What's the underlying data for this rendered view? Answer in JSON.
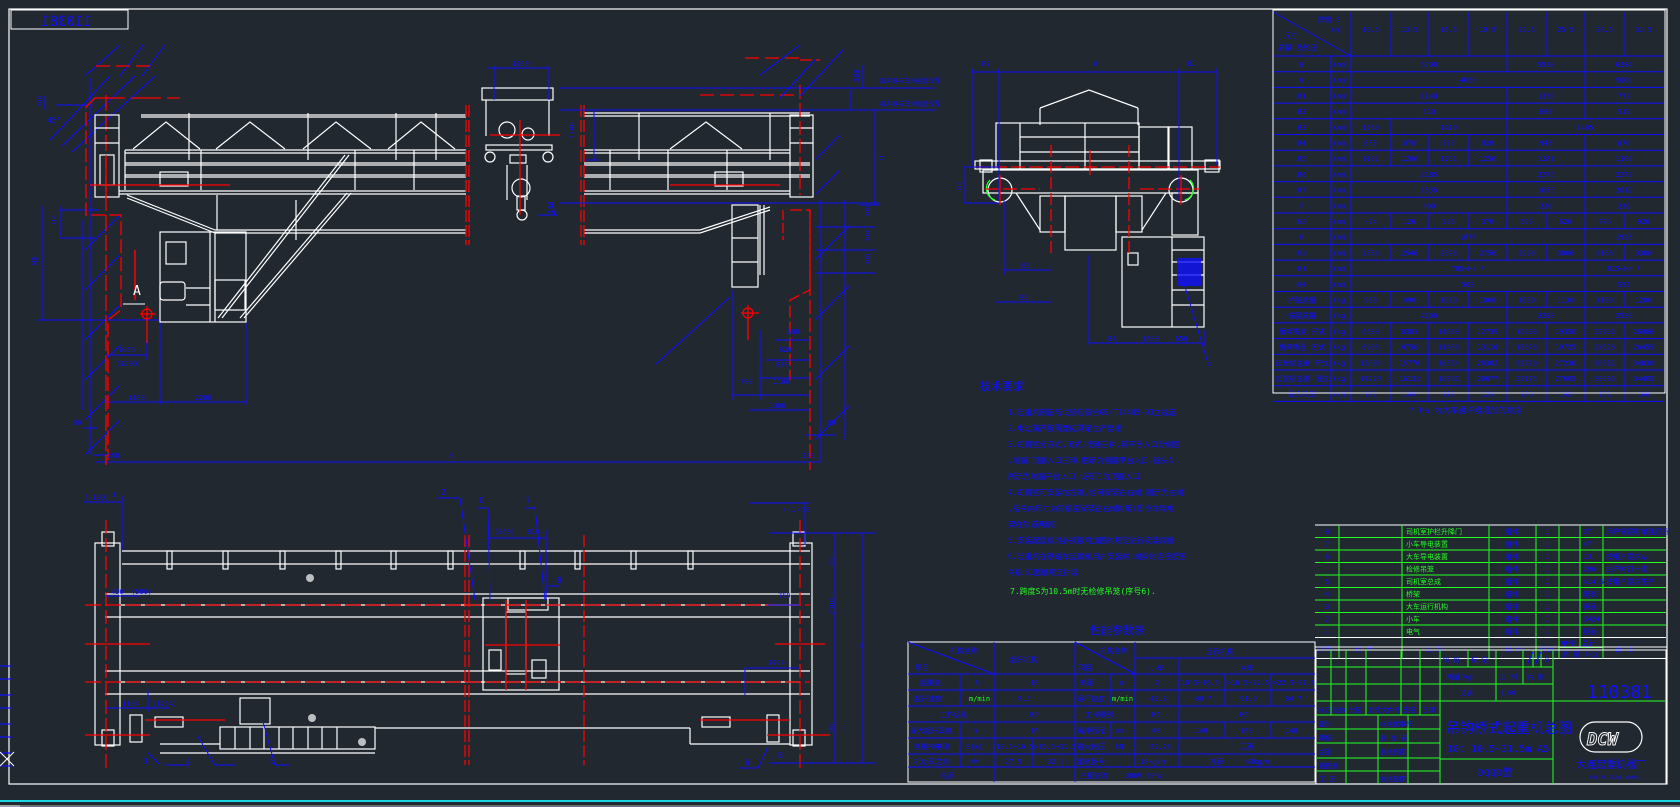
{
  "drawing": {
    "number": "110381",
    "number_mirrored": "110381",
    "title": "吊钩桥式起重机总图",
    "subtitle": "10t 10.5~31.5m  A5",
    "model": "DQQD型",
    "company": "大连起重机器厂",
    "company_en": "DALIAN CRANE WORKS",
    "logo": "DCW",
    "scale": "1:50",
    "colors": {
      "background": "#212830",
      "line": "#ffffff",
      "dimension": "#1010ff",
      "centerline": "#ff0000",
      "table_grid": "#22ff22"
    }
  },
  "front_view": {
    "angle_label": "45°",
    "dim_300": "300",
    "section_label": "A",
    "dims": {
      "trolley_width": "1400",
      "hook_height": "1146",
      "hook_offset": "144",
      "h_label": "H",
      "h2": "H2",
      "h3": "H3",
      "d300a": "300",
      "d300b": "300",
      "d300c": "300",
      "d300d": "300",
      "d1050": "1050",
      "d1200": "(1200)",
      "d1100": "1100",
      "d2200": "2200",
      "d80": "80",
      "d250": "250",
      "d600": "600",
      "d820": "820",
      "d870": "870",
      "d700": "700",
      "d1100b": "1100",
      "d1300": "1300",
      "d80b": "80",
      "d250b": "250",
      "span": "S",
      "note_top": "缓冲器与车挡碰撞位置",
      "note_bottom": "缓冲器与车挡碰撞位置"
    }
  },
  "side_view": {
    "dims": {
      "b2": "B2",
      "w": "W",
      "b1": "B1",
      "h1": "H1",
      "b5": "B5",
      "b3": "B3",
      "b4": "B4",
      "d1500": "1500",
      "d650": "650",
      "ref8": "8"
    }
  },
  "plan_view": {
    "dims": {
      "d_neg190": "(-190)",
      "d1": "1",
      "d430": "430",
      "d580": "(580)",
      "d1104": "1104",
      "d1254": "(1254)",
      "d860": "(860)",
      "d810": "810",
      "d_neg1": "(-1)",
      "d50": "50",
      "d750": "750",
      "d1424": "1424",
      "d2900": "2900",
      "b": "B",
      "b7": "B7",
      "b6": "B6"
    },
    "callouts": [
      "1",
      "2",
      "3",
      "4",
      "5",
      "6",
      "7"
    ],
    "section_marks": [
      "B",
      "B"
    ]
  },
  "dimension_table": {
    "corner_top": "跨度 S",
    "corner_unit": "(m)",
    "corner_mid": "尺寸",
    "corner_bottom": "质量 及轮压",
    "spans": [
      "10.5",
      "13.5",
      "16.5",
      "19.5",
      "22.5",
      "25.5",
      "28.5",
      "31.5"
    ],
    "rows": [
      {
        "label": "B",
        "unit": "(mm)",
        "cells": [
          {
            "v": "5700",
            "span": 4
          },
          {
            "v": "5930",
            "span": 2
          },
          {
            "v": "6284",
            "span": 2
          }
        ]
      },
      {
        "label": "W",
        "unit": "(mm)",
        "cells": [
          {
            "v": "4050",
            "span": 6
          },
          {
            "v": "5000",
            "span": 2
          }
        ]
      },
      {
        "label": "B1",
        "unit": "(mm)",
        "cells": [
          {
            "v": "1140",
            "span": 4
          },
          {
            "v": "1250",
            "span": 2
          },
          {
            "v": "772",
            "span": 2
          }
        ]
      },
      {
        "label": "B2",
        "unit": "(mm)",
        "cells": [
          {
            "v": "510",
            "span": 4
          },
          {
            "v": "650",
            "span": 2
          },
          {
            "v": "512",
            "span": 2
          }
        ]
      },
      {
        "label": "B3",
        "unit": "(mm)",
        "cells": [
          {
            "v": "1560",
            "span": 1
          },
          {
            "v": "1410",
            "span": 3
          },
          {
            "v": "1485",
            "span": 4
          }
        ]
      },
      {
        "label": "B4",
        "unit": "(mm)",
        "cells": [
          {
            "v": "865",
            "span": 1
          },
          {
            "v": "870",
            "span": 1
          },
          {
            "v": "875",
            "span": 1
          },
          {
            "v": "920",
            "span": 1
          },
          {
            "v": "945",
            "span": 2
          },
          {
            "v": "870",
            "span": 2
          }
        ]
      },
      {
        "label": "B5",
        "unit": "(mm)",
        "cells": [
          {
            "v": "1181",
            "span": 1
          },
          {
            "v": "1206",
            "span": 1
          },
          {
            "v": "1231",
            "span": 1
          },
          {
            "v": "1256",
            "span": 1
          },
          {
            "v": "1281",
            "span": 2
          },
          {
            "v": "1300",
            "span": 2
          }
        ]
      },
      {
        "label": "B6",
        "unit": "(mm)",
        "cells": [
          {
            "v": "2185",
            "span": 4
          },
          {
            "v": "2275",
            "span": 2
          },
          {
            "v": "2272",
            "span": 2
          }
        ]
      },
      {
        "label": "B7",
        "unit": "(mm)",
        "cells": [
          {
            "v": "1535",
            "span": 4
          },
          {
            "v": "1655",
            "span": 2
          },
          {
            "v": "2012",
            "span": 2
          }
        ]
      },
      {
        "label": "F",
        "unit": "(mm)",
        "cells": [
          {
            "v": "400",
            "span": 4
          },
          {
            "v": "230",
            "span": 2
          },
          {
            "v": "230",
            "span": 2
          }
        ]
      },
      {
        "label": "H2",
        "unit": "(mm)",
        "cells": [
          {
            "v": "-24",
            "span": 1
          },
          {
            "v": "126",
            "span": 1
          },
          {
            "v": "226",
            "span": 1
          },
          {
            "v": "376",
            "span": 1
          },
          {
            "v": "526",
            "span": 1
          },
          {
            "v": "626",
            "span": 1
          },
          {
            "v": "776",
            "span": 1
          },
          {
            "v": "926",
            "span": 1
          }
        ]
      },
      {
        "label": "H",
        "unit": "(mm)",
        "cells": [
          {
            "v": "1876",
            "span": 6
          },
          {
            "v": "1926",
            "span": 2
          }
        ]
      },
      {
        "label": "H3",
        "unit": "(mm)",
        "cells": [
          {
            "v": "2536",
            "span": 1
          },
          {
            "v": "2546",
            "span": 1
          },
          {
            "v": "2596",
            "span": 1
          },
          {
            "v": "2756",
            "span": 1
          },
          {
            "v": "2906",
            "span": 1
          },
          {
            "v": "3006",
            "span": 1
          },
          {
            "v": "3156",
            "span": 1
          },
          {
            "v": "3306",
            "span": 1
          }
        ]
      },
      {
        "label": "H1",
        "unit": "(mm)",
        "cells": [
          {
            "v": "785+Ha *",
            "span": 6
          },
          {
            "v": "815+Ha *",
            "span": 2
          }
        ]
      },
      {
        "label": "H4",
        "unit": "(mm)",
        "cells": [
          {
            "v": "502",
            "span": 6
          },
          {
            "v": "552",
            "span": 2
          }
        ]
      },
      {
        "label": "桥架质量",
        "unit": "(kg)",
        "cells": [
          {
            "v": "960",
            "span": 1
          },
          {
            "v": "990",
            "span": 1
          },
          {
            "v": "1020",
            "span": 1
          },
          {
            "v": "1060",
            "span": 1
          },
          {
            "v": "1090",
            "span": 1
          },
          {
            "v": "1130",
            "span": 1
          },
          {
            "v": "1160",
            "span": 1
          },
          {
            "v": "1200",
            "span": 1
          }
        ]
      },
      {
        "label": "端梁质量",
        "unit": "(kg)",
        "cells": [
          {
            "v": "2100",
            "span": 4
          },
          {
            "v": "2288",
            "span": 2
          },
          {
            "v": "2530",
            "span": 2
          }
        ]
      },
      {
        "label": "桥架质量 开式",
        "unit": "(kg)",
        "cells": [
          {
            "v": "6530",
            "span": 1
          },
          {
            "v": "8381",
            "span": 1
          },
          {
            "v": "11069",
            "span": 1
          },
          {
            "v": "12735",
            "span": 1
          },
          {
            "v": "15203",
            "span": 1
          },
          {
            "v": "19350",
            "span": 1
          },
          {
            "v": "22701",
            "span": 1
          },
          {
            "v": "26080",
            "span": 1
          }
        ]
      },
      {
        "label": "桥架质量 闭式",
        "unit": "(kg)",
        "cells": [
          {
            "v": "6905",
            "span": 1
          },
          {
            "v": "8756",
            "span": 1
          },
          {
            "v": "11456",
            "span": 1
          },
          {
            "v": "13110",
            "span": 1
          },
          {
            "v": "15578",
            "span": 1
          },
          {
            "v": "19725",
            "span": 1
          },
          {
            "v": "23076",
            "span": 1
          },
          {
            "v": "26455",
            "span": 1
          }
        ]
      },
      {
        "label": "起重机总重 开式",
        "unit": "(kg)",
        "cells": [
          {
            "v": "13895",
            "span": 1
          },
          {
            "v": "15776",
            "span": 1
          },
          {
            "v": "18514",
            "span": 1
          },
          {
            "v": "20302",
            "span": 1
          },
          {
            "v": "22710",
            "span": 1
          },
          {
            "v": "27230",
            "span": 1
          },
          {
            "v": "30611",
            "span": 1
          },
          {
            "v": "34030",
            "span": 1
          }
        ]
      },
      {
        "label": "起重机总重 闭式",
        "unit": "(kg)",
        "cells": [
          {
            "v": "14270",
            "span": 1
          },
          {
            "v": "16151",
            "span": 1
          },
          {
            "v": "18891",
            "span": 1
          },
          {
            "v": "20677",
            "span": 1
          },
          {
            "v": "23175",
            "span": 1
          },
          {
            "v": "27605",
            "span": 1
          },
          {
            "v": "30986",
            "span": 1
          },
          {
            "v": "34405",
            "span": 1
          }
        ]
      },
      {
        "label": "最大轮压",
        "unit": "(kN)",
        "cells": [
          {
            "v": "102",
            "span": 1
          },
          {
            "v": "109",
            "span": 1
          },
          {
            "v": "118",
            "span": 1
          },
          {
            "v": "125",
            "span": 1
          },
          {
            "v": "130",
            "span": 1
          },
          {
            "v": "142",
            "span": 1
          },
          {
            "v": "151",
            "span": 1
          },
          {
            "v": "160",
            "span": 1
          }
        ]
      }
    ],
    "footnote": "* Ha 为大车缓冲器增加的高度"
  },
  "tech_requirements": {
    "title": "技术要求",
    "lines": [
      "1.起重机制造与试验应符合GB/T14405-93之规定",
      "2.电动葫芦按需要应满足生产要求",
      "3.司机室分开式,闭式,按通三种,其平台入口分侧面",
      "  ,端面,顶面入口三种.图示为侧面平台入口.除头A",
      "  所示为端面平台入口,设有门为顶面入口",
      "4.司机室可安装在左端,也可安装在右端.图示为左端",
      "  ,括号内尺寸为司机室安装在右端时用(即小车导电",
      "  架在轨道两侧).",
      "5.安装起重机时必须按附加图的规定进行安装焊接",
      "6.起重机在铁路车运输和用户安装时,端梁的连接按图",
      "  号QLB1图纸规定拼装"
    ],
    "line7": "7.跨度S为10.5m时无检修吊笼(序号6)."
  },
  "performance_table": {
    "title": "性能参数表",
    "h_mech": "机构名称",
    "h_item": "项目",
    "h_hoist": "起升机构",
    "h_mech2": "机构名称",
    "h_item2": "项目",
    "h_travel": "运行机构",
    "h_trolley": "小车",
    "h_bridge": "大车",
    "rows": {
      "capacity_label": "起重量",
      "capacity_unit": "t",
      "capacity_value": "10",
      "gauge_label": "轨距",
      "gauge_unit": "m",
      "gauge_trolley": "2",
      "range1": "10.5~16.5",
      "range2": ">16.5~22.5",
      "range3": ">22.5~31.5",
      "hoist_speed_label": "起升速度",
      "hoist_speed_unit": "m/min",
      "hoist_speed": "8.5",
      "travel_speed_label": "运行速度",
      "travel_speed_unit": "m/min",
      "trolley_speed": "43.8",
      "bridge_speed1": "90.7",
      "bridge_speed2": "91.9",
      "bridge_speed3": "84.7",
      "duty_label": "工作级别",
      "duty_hoist": "M5",
      "duty_label2": "工作级别",
      "duty_trolley": "M5",
      "duty_bridge": "M5",
      "lift_height_label": "最大起升高度",
      "lift_height_unit": "m",
      "lift_height": "16",
      "buffer_label": "缓冲行程",
      "buffer_unit": "mm",
      "buffer_trolley": "40",
      "buffer1": "140",
      "buffer2": "168",
      "buffer3": "140",
      "motor_label1": "各机构电动",
      "motor_unit1": "S(m)",
      "motor_r1": "10.5~16.5",
      "motor_r2": ">16.5~31.5",
      "max_wheel_label": "最大轮压",
      "max_wheel_unit": "kN",
      "max_wheel_trolley": "52.25",
      "max_wheel_bridge": "见表",
      "motor_label2": "机功率之和",
      "motor_unit2": "kW",
      "motor_p1": "27.5",
      "motor_p2": "32.1",
      "rail_label": "钢轨型号",
      "rail_trolley": "18kg/m",
      "rail_bridge_pre": "推荐",
      "rail_bridge": "43kg/m",
      "power_label": "电源",
      "power_value": "三相交流",
      "power_spec": "380V 50Hz"
    }
  },
  "parts_list": {
    "rows": [
      {
        "no": "8",
        "code": "",
        "name": "司机室护栏升降门",
        "material": "组件",
        "qty": "1",
        "unit_wt": "",
        "total_wt": "37",
        "remark": "用户需要时单独订货"
      },
      {
        "no": "7",
        "code": "",
        "name": "小车导电装置",
        "material": "组件",
        "qty": "1",
        "unit_wt": "",
        "total_wt": "47",
        "remark": ""
      },
      {
        "no": "6",
        "code": "",
        "name": "大车导电装置",
        "material": "组件",
        "qty": "1",
        "unit_wt": "",
        "total_wt": "13",
        "remark": "按用户要求从"
      },
      {
        "no": "",
        "code": "",
        "name": "检修吊笼",
        "material": "组件",
        "qty": "1",
        "unit_wt": "",
        "total_wt": "296",
        "remark": "生产时订一套"
      },
      {
        "no": "5",
        "code": "",
        "name": "司机室总成",
        "material": "组件",
        "qty": "1",
        "unit_wt": "",
        "total_wt": "414.5",
        "remark": "按用户要求生产"
      },
      {
        "no": "4",
        "code": "",
        "name": "桥架",
        "material": "组件",
        "qty": "1",
        "unit_wt": "",
        "total_wt": "见表",
        "remark": ""
      },
      {
        "no": "3",
        "code": "",
        "name": "大车运行机构",
        "material": "组件",
        "qty": "1",
        "unit_wt": "",
        "total_wt": "见表",
        "remark": ""
      },
      {
        "no": "2",
        "code": "",
        "name": "小车",
        "material": "组件",
        "qty": "1",
        "unit_wt": "",
        "total_wt": "3424",
        "remark": ""
      },
      {
        "no": "1",
        "code": "",
        "name": "电气",
        "material": "组件",
        "qty": "1",
        "unit_wt": "",
        "total_wt": "见表",
        "remark": ""
      }
    ],
    "headers": {
      "no": "序号",
      "code": "代  号",
      "name": "名    称",
      "material": "材 料",
      "qty": "件数",
      "unit_wt": "单件",
      "total_wt": "总计",
      "weight": "质 量 (kg)",
      "remark": "备  注"
    }
  },
  "title_block": {
    "stage_label": "阶 段",
    "stage_mark": "标 记",
    "weight_label": "质量(kg)",
    "scale_label": "比 例",
    "sheet_label": "共 张",
    "weight_value": "见表",
    "sheet_b": "B",
    "rev_headers": [
      "标记",
      "处数",
      "分区",
      "更改文件号",
      "签名",
      "日期"
    ],
    "roles": [
      {
        "role": "设计",
        "right": "标准化审核"
      },
      {
        "role": "审核",
        "right": "批 准 者"
      },
      {
        "role": "会签",
        "right": "批准日期"
      },
      {
        "role": "描图者",
        "right": ""
      },
      {
        "role": "工 艺",
        "right": "批准日期"
      }
    ]
  }
}
